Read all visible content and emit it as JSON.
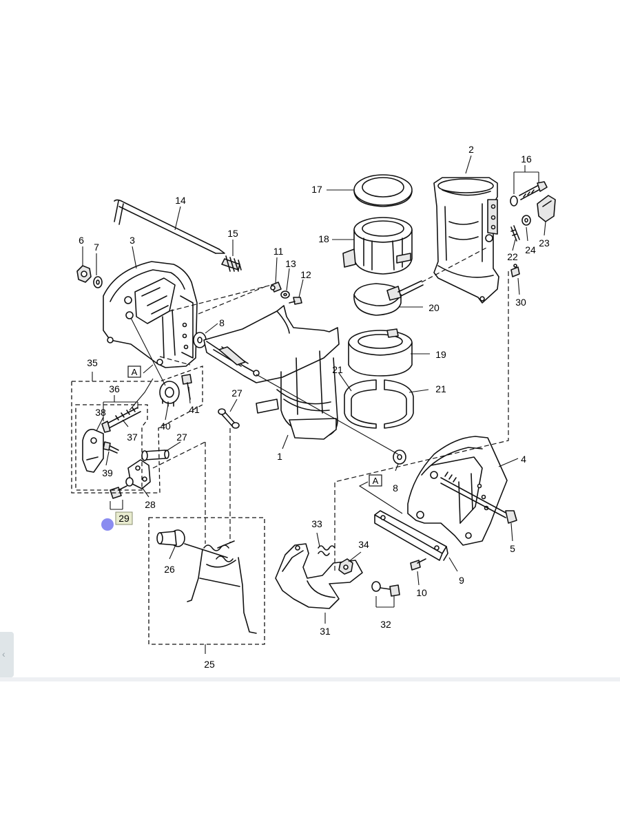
{
  "diagram": {
    "labels": [
      {
        "id": "1",
        "text": "1"
      },
      {
        "id": "2",
        "text": "2"
      },
      {
        "id": "3",
        "text": "3"
      },
      {
        "id": "4",
        "text": "4"
      },
      {
        "id": "5",
        "text": "5"
      },
      {
        "id": "6",
        "text": "6"
      },
      {
        "id": "7",
        "text": "7"
      },
      {
        "id": "8a",
        "text": "8"
      },
      {
        "id": "8b",
        "text": "8"
      },
      {
        "id": "9",
        "text": "9"
      },
      {
        "id": "10",
        "text": "10"
      },
      {
        "id": "11",
        "text": "11"
      },
      {
        "id": "12",
        "text": "12"
      },
      {
        "id": "13",
        "text": "13"
      },
      {
        "id": "14",
        "text": "14"
      },
      {
        "id": "15",
        "text": "15"
      },
      {
        "id": "16",
        "text": "16"
      },
      {
        "id": "17",
        "text": "17"
      },
      {
        "id": "18",
        "text": "18"
      },
      {
        "id": "19",
        "text": "19"
      },
      {
        "id": "20",
        "text": "20"
      },
      {
        "id": "21a",
        "text": "21"
      },
      {
        "id": "21b",
        "text": "21"
      },
      {
        "id": "22",
        "text": "22"
      },
      {
        "id": "23",
        "text": "23"
      },
      {
        "id": "24",
        "text": "24"
      },
      {
        "id": "25",
        "text": "25"
      },
      {
        "id": "26",
        "text": "26"
      },
      {
        "id": "27a",
        "text": "27"
      },
      {
        "id": "27b",
        "text": "27"
      },
      {
        "id": "28",
        "text": "28"
      },
      {
        "id": "29",
        "text": "29"
      },
      {
        "id": "30",
        "text": "30"
      },
      {
        "id": "31",
        "text": "31"
      },
      {
        "id": "32",
        "text": "32"
      },
      {
        "id": "33",
        "text": "33"
      },
      {
        "id": "34",
        "text": "34"
      },
      {
        "id": "35",
        "text": "35"
      },
      {
        "id": "36",
        "text": "36"
      },
      {
        "id": "37",
        "text": "37"
      },
      {
        "id": "38",
        "text": "38"
      },
      {
        "id": "39",
        "text": "39"
      },
      {
        "id": "40",
        "text": "40"
      },
      {
        "id": "41",
        "text": "41"
      }
    ],
    "ref_marks": {
      "a1": "A",
      "a2": "A"
    },
    "colors": {
      "line": "#111111",
      "highlight_dot": "#8a8cf0",
      "highlight_box": "#e9ecd0",
      "band": "#eef0f3"
    }
  },
  "ui": {
    "side_tab_icon": "chevron-left-icon",
    "side_tab_glyph": "‹"
  }
}
